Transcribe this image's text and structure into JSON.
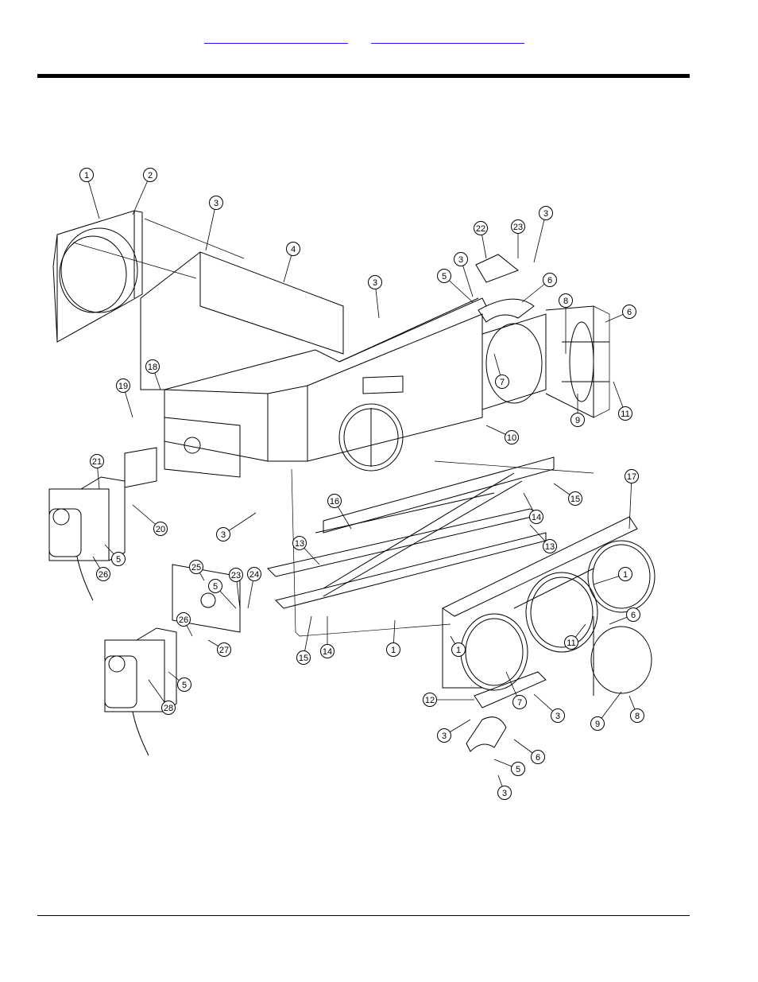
{
  "header": {
    "links": [
      {
        "label": ""
      },
      {
        "label": ""
      }
    ]
  },
  "diagram": {
    "callouts": [
      {
        "n": "1"
      },
      {
        "n": "2"
      },
      {
        "n": "3"
      },
      {
        "n": "4"
      },
      {
        "n": "3"
      },
      {
        "n": "22"
      },
      {
        "n": "23"
      },
      {
        "n": "3"
      },
      {
        "n": "3"
      },
      {
        "n": "5"
      },
      {
        "n": "6"
      },
      {
        "n": "8"
      },
      {
        "n": "6"
      },
      {
        "n": "7"
      },
      {
        "n": "9"
      },
      {
        "n": "11"
      },
      {
        "n": "10"
      },
      {
        "n": "18"
      },
      {
        "n": "19"
      },
      {
        "n": "21"
      },
      {
        "n": "20"
      },
      {
        "n": "5"
      },
      {
        "n": "26"
      },
      {
        "n": "3"
      },
      {
        "n": "16"
      },
      {
        "n": "15"
      },
      {
        "n": "14"
      },
      {
        "n": "13"
      },
      {
        "n": "13"
      },
      {
        "n": "17"
      },
      {
        "n": "1"
      },
      {
        "n": "25"
      },
      {
        "n": "5"
      },
      {
        "n": "23"
      },
      {
        "n": "24"
      },
      {
        "n": "26"
      },
      {
        "n": "27"
      },
      {
        "n": "5"
      },
      {
        "n": "28"
      },
      {
        "n": "15"
      },
      {
        "n": "14"
      },
      {
        "n": "1"
      },
      {
        "n": "1"
      },
      {
        "n": "11"
      },
      {
        "n": "6"
      },
      {
        "n": "12"
      },
      {
        "n": "7"
      },
      {
        "n": "3"
      },
      {
        "n": "9"
      },
      {
        "n": "8"
      },
      {
        "n": "3"
      },
      {
        "n": "6"
      },
      {
        "n": "5"
      },
      {
        "n": "3"
      }
    ]
  }
}
